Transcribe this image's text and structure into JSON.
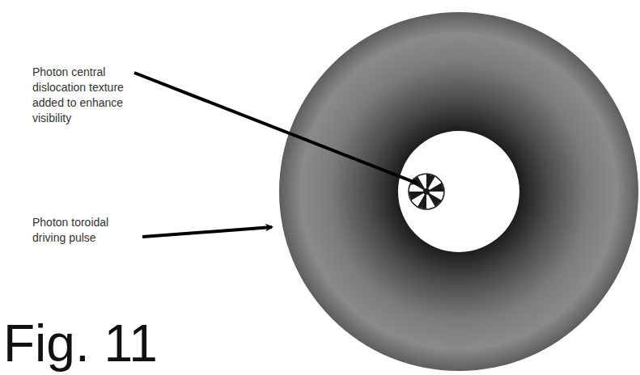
{
  "diagram": {
    "caption": "Fig. 11",
    "labels": [
      "Photon central dislocation texture added to enhance visibility",
      "Photon toroidal driving pulse"
    ]
  }
}
